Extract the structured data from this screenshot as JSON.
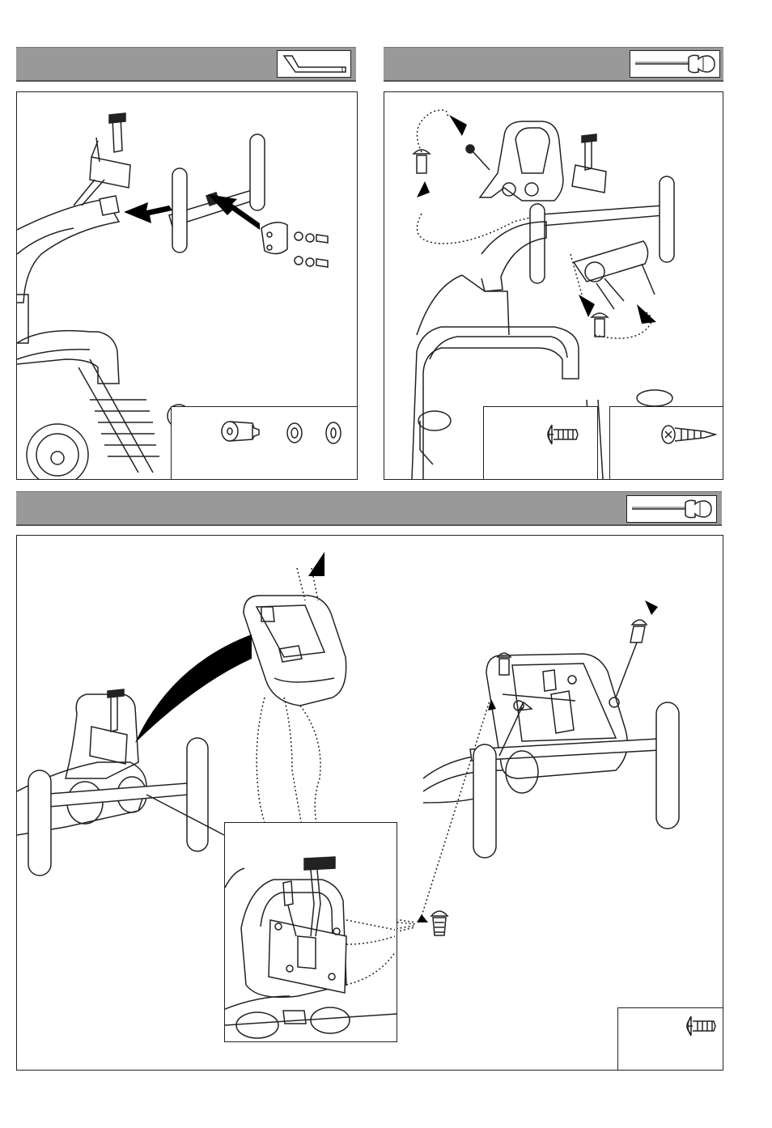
{
  "header_bars": [
    {
      "tool": "allen-key"
    },
    {
      "tool": "screwdriver"
    },
    {
      "tool": "screwdriver"
    }
  ],
  "colors": {
    "bar": "#999999",
    "line": "#222222",
    "fill": "#000000"
  }
}
